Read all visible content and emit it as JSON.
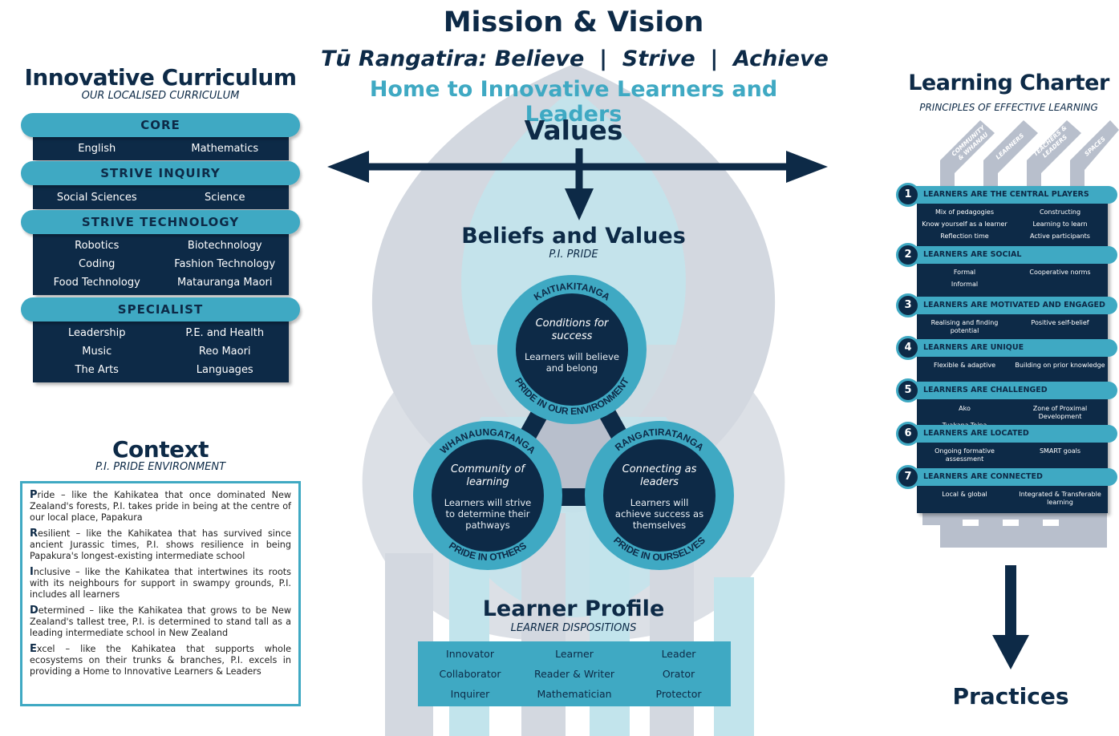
{
  "header": {
    "title": "Mission & Vision",
    "motto": "Tū Rangatira: Believe  |  Strive  |  Achieve",
    "tagline": "Home to Innovative Learners and Leaders",
    "values": "Values"
  },
  "curriculum": {
    "title": "Innovative Curriculum",
    "subtitle": "OUR LOCALISED CURRICULUM",
    "sections": [
      {
        "label": "CORE",
        "rows": [
          [
            "English",
            "Mathematics"
          ]
        ]
      },
      {
        "label": "STRIVE INQUIRY",
        "rows": [
          [
            "Social Sciences",
            "Science"
          ]
        ]
      },
      {
        "label": "STRIVE TECHNOLOGY",
        "rows": [
          [
            "Robotics",
            "Biotechnology"
          ],
          [
            "Coding",
            "Fashion Technology"
          ],
          [
            "Food Technology",
            "Matauranga Maori"
          ]
        ]
      },
      {
        "label": "SPECIALIST",
        "rows": [
          [
            "Leadership",
            "P.E. and Health"
          ],
          [
            "Music",
            "Reo Maori"
          ],
          [
            "The Arts",
            "Languages"
          ]
        ]
      }
    ]
  },
  "context": {
    "title": "Context",
    "subtitle": "P.I. PRIDE ENVIRONMENT",
    "items": [
      {
        "letter": "P",
        "text": "ride – like the Kahikatea that once dominated New Zealand's forests, P.I. takes pride in being at the centre of our local place, Papakura"
      },
      {
        "letter": "R",
        "text": "esilient – like the Kahikatea that has survived since ancient Jurassic times, P.I. shows resilience in being Papakura's longest-existing intermediate school"
      },
      {
        "letter": "I",
        "text": "nclusive – like the Kahikatea that intertwines its roots with its neighbours for support in swampy grounds, P.I. includes all learners"
      },
      {
        "letter": "D",
        "text": "etermined – like the Kahikatea that grows to be New Zealand's tallest tree, P.I. is determined to stand tall as a leading intermediate school in New Zealand"
      },
      {
        "letter": "E",
        "text": "xcel  – like the Kahikatea that supports whole ecosystems on their trunks & branches, P.I. excels in providing a Home to Innovative Learners & Leaders"
      }
    ]
  },
  "beliefs": {
    "title": "Beliefs and Values",
    "subtitle": "P.I. PRIDE",
    "circles": [
      {
        "arc_top": "KAITIAKITANGA",
        "arc_bottom": "PRIDE IN OUR ENVIRONMENT",
        "title": "Conditions for success",
        "text": "Learners will believe and belong"
      },
      {
        "arc_top": "WHANAUNGATANGA",
        "arc_bottom": "PRIDE IN OTHERS",
        "title": "Community of learning",
        "text": "Learners will strive to determine their pathways"
      },
      {
        "arc_top": "RANGATIRATANGA",
        "arc_bottom": "PRIDE IN OURSELVES",
        "title": "Connecting as leaders",
        "text": "Learners will achieve success as themselves"
      }
    ]
  },
  "profile": {
    "title": "Learner Profile",
    "subtitle": "LEARNER DISPOSITIONS",
    "rows": [
      [
        "Innovator",
        "Learner",
        "Leader"
      ],
      [
        "Collaborator",
        "Reader & Writer",
        "Orator"
      ],
      [
        "Inquirer",
        "Mathematician",
        "Protector"
      ]
    ]
  },
  "charter": {
    "title": "Learning Charter",
    "subtitle": "PRINCIPLES OF EFFECTIVE LEARNING",
    "pillars": [
      "COMMUNITY & WHANAU",
      "LEARNERS",
      "TEACHERS & LEADERS",
      "SPACES"
    ],
    "principles": [
      {
        "num": "1",
        "label": "LEARNERS ARE THE CENTRAL PLAYERS",
        "rows": [
          [
            "Mix of pedagogies",
            "Constructing"
          ],
          [
            "Know yourself as a learner",
            "Learning to learn"
          ],
          [
            "Reflection time",
            "Active participants"
          ]
        ]
      },
      {
        "num": "2",
        "label": "LEARNERS ARE SOCIAL",
        "rows": [
          [
            "Formal",
            "Cooperative norms"
          ],
          [
            "Informal",
            ""
          ]
        ]
      },
      {
        "num": "3",
        "label": "LEARNERS ARE MOTIVATED AND ENGAGED",
        "rows": [
          [
            "Realising and finding potential",
            "Positive self-belief"
          ]
        ]
      },
      {
        "num": "4",
        "label": "LEARNERS ARE UNIQUE",
        "rows": [
          [
            "Flexible & adaptive",
            "Building on prior knowledge"
          ]
        ]
      },
      {
        "num": "5",
        "label": "LEARNERS ARE CHALLENGED",
        "rows": [
          [
            "Ako",
            "Zone of Proximal Development"
          ],
          [
            "Tuakana-Teina",
            ""
          ]
        ]
      },
      {
        "num": "6",
        "label": "LEARNERS ARE LOCATED",
        "rows": [
          [
            "Ongoing formative assessment",
            "SMART goals"
          ]
        ]
      },
      {
        "num": "7",
        "label": "LEARNERS ARE CONNECTED",
        "rows": [
          [
            "Local & global",
            "Integrated & Transferable learning"
          ]
        ]
      }
    ]
  },
  "practices": "Practices",
  "colors": {
    "navy": "#0d2a47",
    "teal": "#3fa9c3",
    "grey": "#c8cdd6"
  }
}
